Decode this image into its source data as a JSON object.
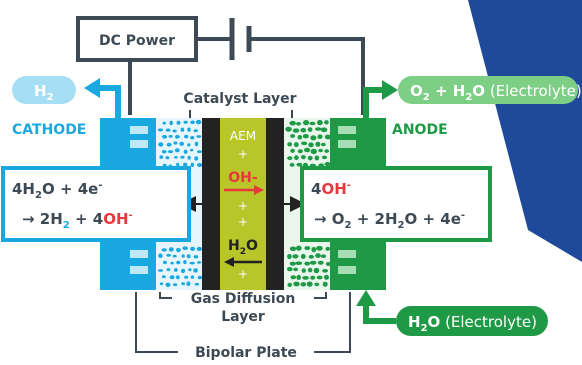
{
  "dc_power": "DC Power",
  "catalyst_layer": "Catalyst Layer",
  "cathode": {
    "label": "CATHODE",
    "gas": "H",
    "gas_sub": "2"
  },
  "anode": {
    "label": "ANODE",
    "o": "O",
    "o_sub": "2",
    "plus": " + H",
    "h_sub": "2",
    "o_end": "O",
    "electrolyte": " (Electrolyte)"
  },
  "membrane": {
    "aem": "AEM",
    "ion": "OH-",
    "water_h": "H",
    "water_sub": "2",
    "water_o": "O",
    "plus": "+"
  },
  "cathode_reaction": {
    "l1_a": "4H",
    "l1_sub": "2",
    "l1_b": "O + 4e",
    "l1_sup": "-",
    "l2_arrow": "→ 2H",
    "l2_sub": "2",
    "l2_plus": " + 4",
    "l2_oh": "OH",
    "l2_sup": "-"
  },
  "anode_reaction": {
    "l1_a": "4",
    "l1_oh": "OH",
    "l1_sup": "-",
    "l2_a": "→ O",
    "l2_sub": "2",
    "l2_b": " + 2H",
    "l2_sub2": "2",
    "l2_c": "O + 4e",
    "l2_sup": "-"
  },
  "water_in": {
    "h": "H",
    "sub": "2",
    "o": "O",
    "electrolyte": " (Electrolyte)"
  },
  "gas_diffusion": {
    "line1": "Gas Diffusion",
    "line2": "Layer"
  },
  "bipolar_plate": "Bipolar Plate",
  "colors": {
    "cathode": "#1aa8e0",
    "anode": "#1e9a46",
    "membrane": "#b8c62a",
    "dark": "#3d4a56",
    "navy": "#1f4a9c",
    "red": "#e8383d"
  }
}
